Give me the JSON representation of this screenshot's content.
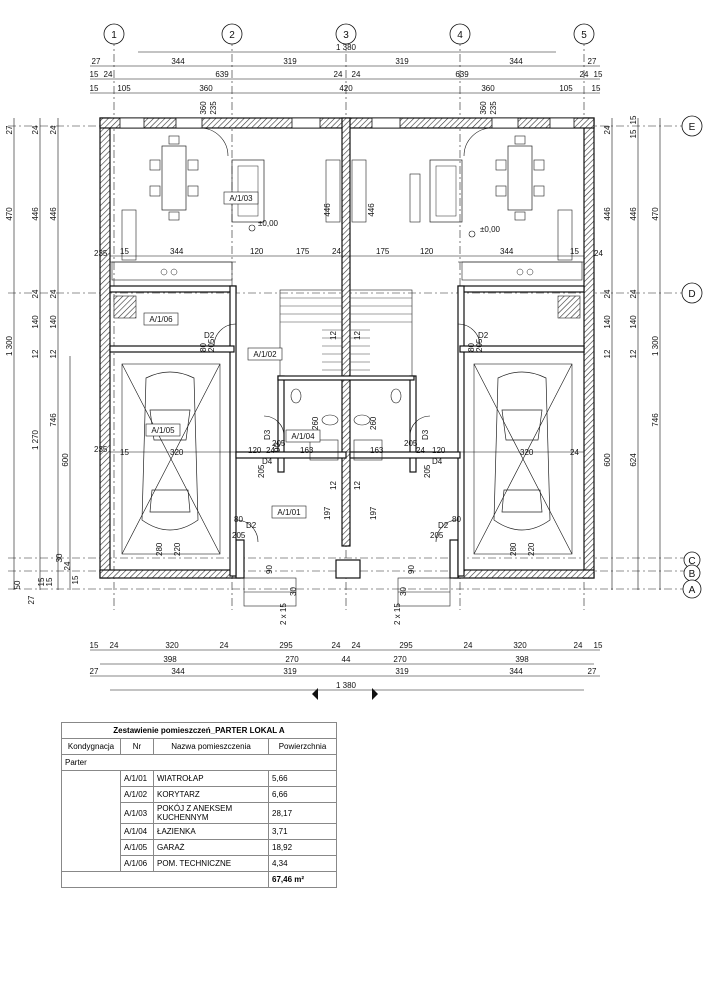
{
  "grid_axes": {
    "vertical": [
      "1",
      "2",
      "3",
      "4",
      "5"
    ],
    "horizontal": [
      "E",
      "D",
      "C",
      "B",
      "A"
    ]
  },
  "dimensions": {
    "top_total": "1 380",
    "top_row1": [
      "27",
      "344",
      "319",
      "319",
      "344",
      "27"
    ],
    "top_row2": [
      "15",
      "24",
      "639",
      "24",
      "24",
      "639",
      "24",
      "15"
    ],
    "top_row3": [
      "15",
      "105",
      "360",
      "420",
      "360",
      "105",
      "15"
    ],
    "bottom_row1": [
      "15",
      "24",
      "320",
      "24",
      "295",
      "24",
      "24",
      "295",
      "24",
      "320",
      "24",
      "15"
    ],
    "bottom_row2": [
      "398",
      "270",
      "44",
      "270",
      "398"
    ],
    "bottom_row3": [
      "27",
      "344",
      "319",
      "319",
      "344",
      "27"
    ],
    "bottom_total": "1 380",
    "left_outer": [
      "27",
      "470",
      "1 300"
    ],
    "left_mid": [
      "24",
      "446",
      "24",
      "140",
      "12",
      "1 270"
    ],
    "left_inner": [
      "746",
      "600"
    ],
    "left_bottom": [
      "50",
      "27",
      "15",
      "15",
      "30",
      "24",
      "15"
    ],
    "right_outer": [
      "24",
      "15",
      "15",
      "470",
      "1 300"
    ],
    "right_mid": [
      "446",
      "24",
      "140",
      "12"
    ],
    "right_inner": [
      "746",
      "624",
      "600"
    ],
    "interior": [
      "344",
      "120",
      "175",
      "24",
      "175",
      "120",
      "344",
      "15",
      "24",
      "15",
      "446",
      "446",
      "360",
      "235",
      "360",
      "235",
      "15",
      "24",
      "15",
      "24"
    ],
    "doors": [
      "D2",
      "80",
      "205",
      "D2",
      "80",
      "205",
      "D3",
      "205",
      "90",
      "D4",
      "205",
      "D3",
      "205",
      "D4",
      "205",
      "D2",
      "80",
      "205",
      "D2",
      "80",
      "205"
    ],
    "misc": [
      "260",
      "260",
      "163",
      "163",
      "120",
      "24",
      "120",
      "24",
      "197",
      "197",
      "2 x 15",
      "2 x 15",
      "30",
      "30",
      "90",
      "90",
      "280",
      "220",
      "280",
      "220",
      "12",
      "12",
      "12",
      "12"
    ]
  },
  "room_labels": [
    "A/1/03",
    "A/1/06",
    "A/1/02",
    "A/1/05",
    "A/1/04",
    "A/1/01"
  ],
  "level_marks": [
    "±0,00",
    "±0,00"
  ],
  "table": {
    "title": "Zestawienie pomieszczeń_PARTER LOKAL A",
    "headers": [
      "Kondygnacja",
      "Nr",
      "Nazwa pomieszczenia",
      "Powierzchnia"
    ],
    "level": "Parter",
    "rows": [
      {
        "nr": "A/1/01",
        "name": "WIATROŁAP",
        "area": "5,66"
      },
      {
        "nr": "A/1/02",
        "name": "KORYTARZ",
        "area": "6,66"
      },
      {
        "nr": "A/1/03",
        "name": "POKÓJ Z ANEKSEM KUCHENNYM",
        "area": "28,17"
      },
      {
        "nr": "A/1/04",
        "name": "ŁAZIENKA",
        "area": "3,71"
      },
      {
        "nr": "A/1/05",
        "name": "GARAŻ",
        "area": "18,92"
      },
      {
        "nr": "A/1/06",
        "name": "POM. TECHNICZNE",
        "area": "4,34"
      }
    ],
    "total": "67,46 m²"
  }
}
